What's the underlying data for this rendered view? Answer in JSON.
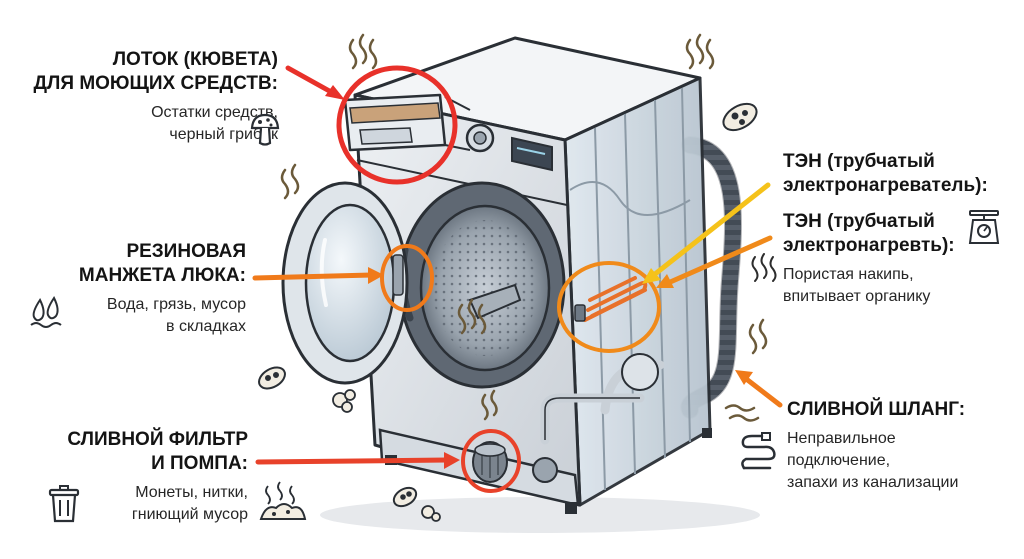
{
  "callouts": {
    "detergent_tray": {
      "title_line1": "ЛОТОК (КЮВЕТА)",
      "title_line2": "ДЛЯ МОЮЩИХ СРЕДСТВ:",
      "desc_line1": "Остатки средств,",
      "desc_line2": "черный грибок",
      "icon": "mushroom-icon",
      "color": "#e8312a"
    },
    "door_seal": {
      "title_line1": "РЕЗИНОВАЯ",
      "title_line2": "МАНЖЕТА ЛЮКА:",
      "desc_line1": "Вода, грязь, мусор",
      "desc_line2": "в складках",
      "icon": "water-drops-icon",
      "color": "#f07a1a"
    },
    "drain_filter": {
      "title_line1": "СЛИВНОЙ ФИЛЬТР",
      "title_line2": "И ПОМПА:",
      "desc_line1": "Монеты, нитки,",
      "desc_line2": "гниющий мусор",
      "icon": "trash-can-icon",
      "color": "#e8422a"
    },
    "heater_top": {
      "title_line1": "ТЭН (трубчатый",
      "title_line2": "электронагреватель):",
      "color": "#f5c21a"
    },
    "heater": {
      "title_line1": "ТЭН (трубчатый",
      "title_line2": "электронагревть):",
      "desc_line1": "Пористая накипь,",
      "desc_line2": "впитывает органику",
      "icon": "scale-icon",
      "icon2": "heat-waves-icon",
      "color": "#f08a1a"
    },
    "drain_hose": {
      "title_line1": "СЛИВНОЙ ШЛАНГ:",
      "desc_line1": "Неправильное",
      "desc_line2": "подключение,",
      "desc_line3": "запахи из канализации",
      "icon": "hose-icon",
      "color": "#f07a1a"
    }
  },
  "decor_icons": [
    "odor-waves-icon",
    "bacteria-icon",
    "mold-spores-icon",
    "rotting-garbage-icon"
  ]
}
